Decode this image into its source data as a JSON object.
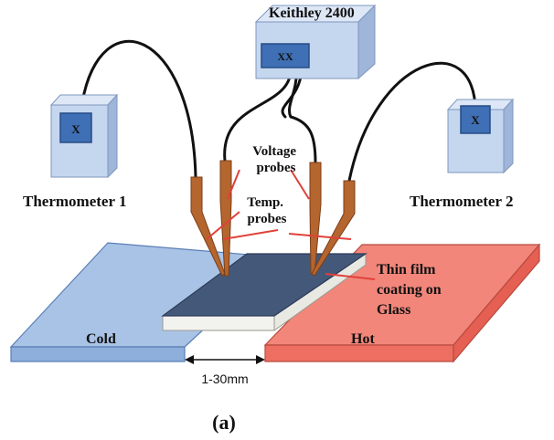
{
  "diagram": {
    "keithley": {
      "label": "Keithley 2400",
      "display": "XX"
    },
    "thermometer_left": {
      "label": "Thermometer 1",
      "display": "X"
    },
    "thermometer_right": {
      "label": "Thermometer 2",
      "display": "X"
    },
    "labels": {
      "voltage_probes": [
        "Voltage",
        "probes"
      ],
      "temp_probes": [
        "Temp.",
        "probes"
      ],
      "thin_film": [
        "Thin film",
        "coating on",
        "Glass"
      ],
      "cold": "Cold",
      "hot": "Hot",
      "gap": "1-30mm",
      "caption": "(a)"
    },
    "colors": {
      "cold_block": "#a9c3e6",
      "hot_block": "#f2867a",
      "film": "#44587a",
      "glass": "#e9e9e4",
      "device_box": "#c5d6ef",
      "display_screen": "#3f6fb4",
      "probe": "#b5652e",
      "pointer_line": "#e0413a",
      "cable": "#111111"
    }
  }
}
